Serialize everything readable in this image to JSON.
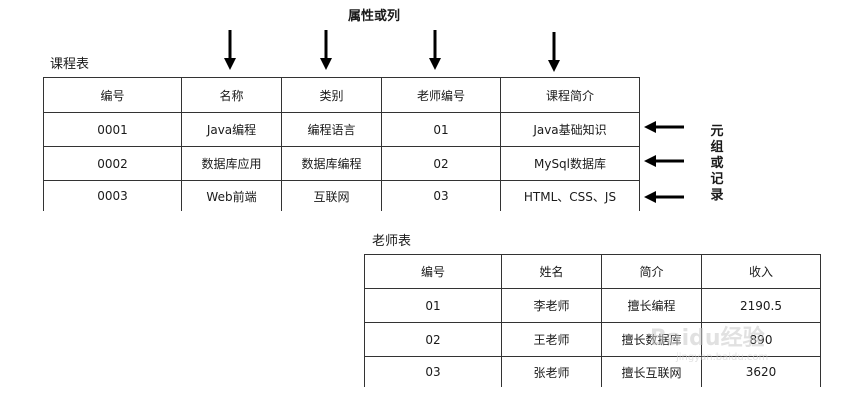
{
  "header": {
    "attribute_label": "属性或列",
    "tuple_label": "元组或记录"
  },
  "course_table": {
    "label": "课程表",
    "columns": [
      "编号",
      "名称",
      "类别",
      "老师编号",
      "课程简介"
    ],
    "rows": [
      [
        "0001",
        "Java编程",
        "编程语言",
        "01",
        "Java基础知识"
      ],
      [
        "0002",
        "数据库应用",
        "数据库编程",
        "02",
        "MySql数据库"
      ],
      [
        "0003",
        "Web前端",
        "互联网",
        "03",
        "HTML、CSS、JS"
      ]
    ]
  },
  "teacher_table": {
    "label": "老师表",
    "columns": [
      "编号",
      "姓名",
      "简介",
      "收入"
    ],
    "rows": [
      [
        "01",
        "李老师",
        "擅长编程",
        "2190.5"
      ],
      [
        "02",
        "王老师",
        "擅长数据库",
        "890"
      ],
      [
        "03",
        "张老师",
        "擅长互联网",
        "3620"
      ]
    ]
  },
  "watermark": {
    "brand": "Baidu经验",
    "url": "jingyan.baidu.com"
  }
}
